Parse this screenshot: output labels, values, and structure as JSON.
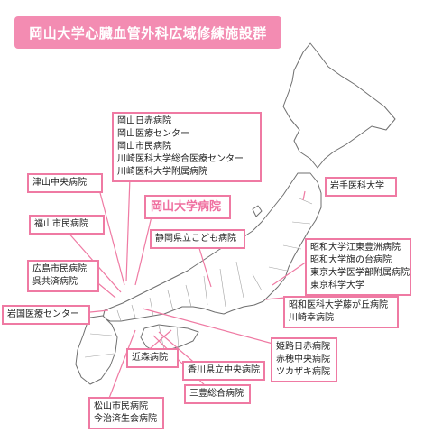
{
  "title": "岡山大学心臓血管外科広域修練施設群",
  "colors": {
    "accent": "#ef7aa3",
    "banner": "#f38cb2",
    "featured_text": "#ef6f9f",
    "map_stroke": "#6f6f6f"
  },
  "labels": {
    "okayama_group": [
      "岡山日赤病院",
      "岡山医療センター",
      "岡山市民病院",
      "川崎医科大学総合医療センター",
      "川崎医科大学附属病院"
    ],
    "tsuyama": [
      "津山中央病院"
    ],
    "fukuyama": [
      "福山市民病院"
    ],
    "hiroshima_group": [
      "広島市民病院",
      "呉共済病院"
    ],
    "iwakuni": [
      "岩国医療センター"
    ],
    "okayama_univ": [
      "岡山大学病院"
    ],
    "shizuoka": [
      "静岡県立こども病院"
    ],
    "iwate": [
      "岩手医科大学"
    ],
    "tokyo_group": [
      "昭和大学江東豊洲病院",
      "昭和大学旗の台病院",
      "東京大学医学部附属病院",
      "東京科学大学"
    ],
    "kanagawa_group": [
      "昭和医科大学藤が丘病院",
      "川崎幸病院"
    ],
    "hyogo_group": [
      "姫路日赤病院",
      "赤穂中央病院",
      "ツカザキ病院"
    ],
    "kinki": [
      "近森病院"
    ],
    "kagawa": [
      "香川県立中央病院"
    ],
    "mitoyo": [
      "三豊総合病院"
    ],
    "ehime_group": [
      "松山市民病院",
      "今治済生会病院"
    ]
  }
}
